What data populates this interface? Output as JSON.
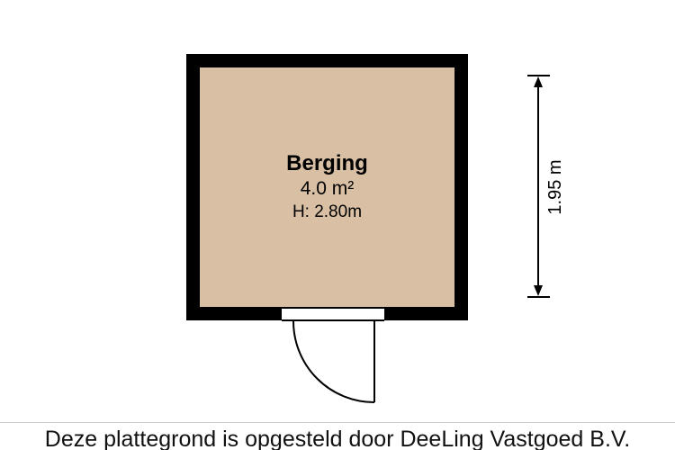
{
  "floorplan": {
    "room": {
      "name": "Berging",
      "area": "4.0 m²",
      "ceiling_height": "H: 2.80m"
    },
    "dimension": {
      "label": "1.95 m"
    },
    "colors": {
      "wall": "#000000",
      "floor": "#d9c0a4",
      "background": "#ffffff",
      "divider": "#cccccc"
    }
  },
  "footer": {
    "caption": "Deze plattegrond is opgesteld door DeeLing Vastgoed B.V."
  }
}
